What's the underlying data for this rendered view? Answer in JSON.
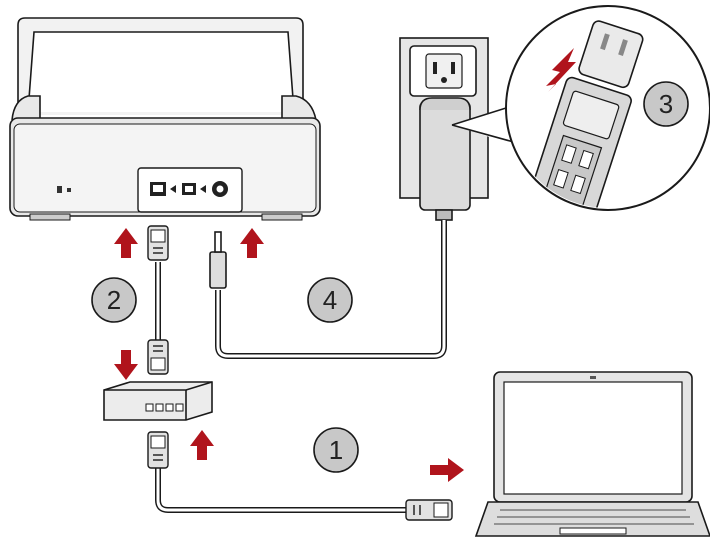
{
  "colors": {
    "arrow": "#b0141c",
    "outline": "#1a1a1a",
    "fill_light": "#ffffff",
    "fill_gray": "#e6e6e6",
    "step_circle": "#c8c8c8"
  },
  "steps": {
    "step1": {
      "number": "1"
    },
    "step2": {
      "number": "2"
    },
    "step3": {
      "number": "3"
    },
    "step4": {
      "number": "4"
    }
  },
  "icons": [
    "scanner",
    "ethernet-cable",
    "network-hub",
    "laptop",
    "power-adapter",
    "wall-outlet",
    "dc-plug",
    "arrow-up",
    "arrow-down",
    "arrow-right"
  ]
}
